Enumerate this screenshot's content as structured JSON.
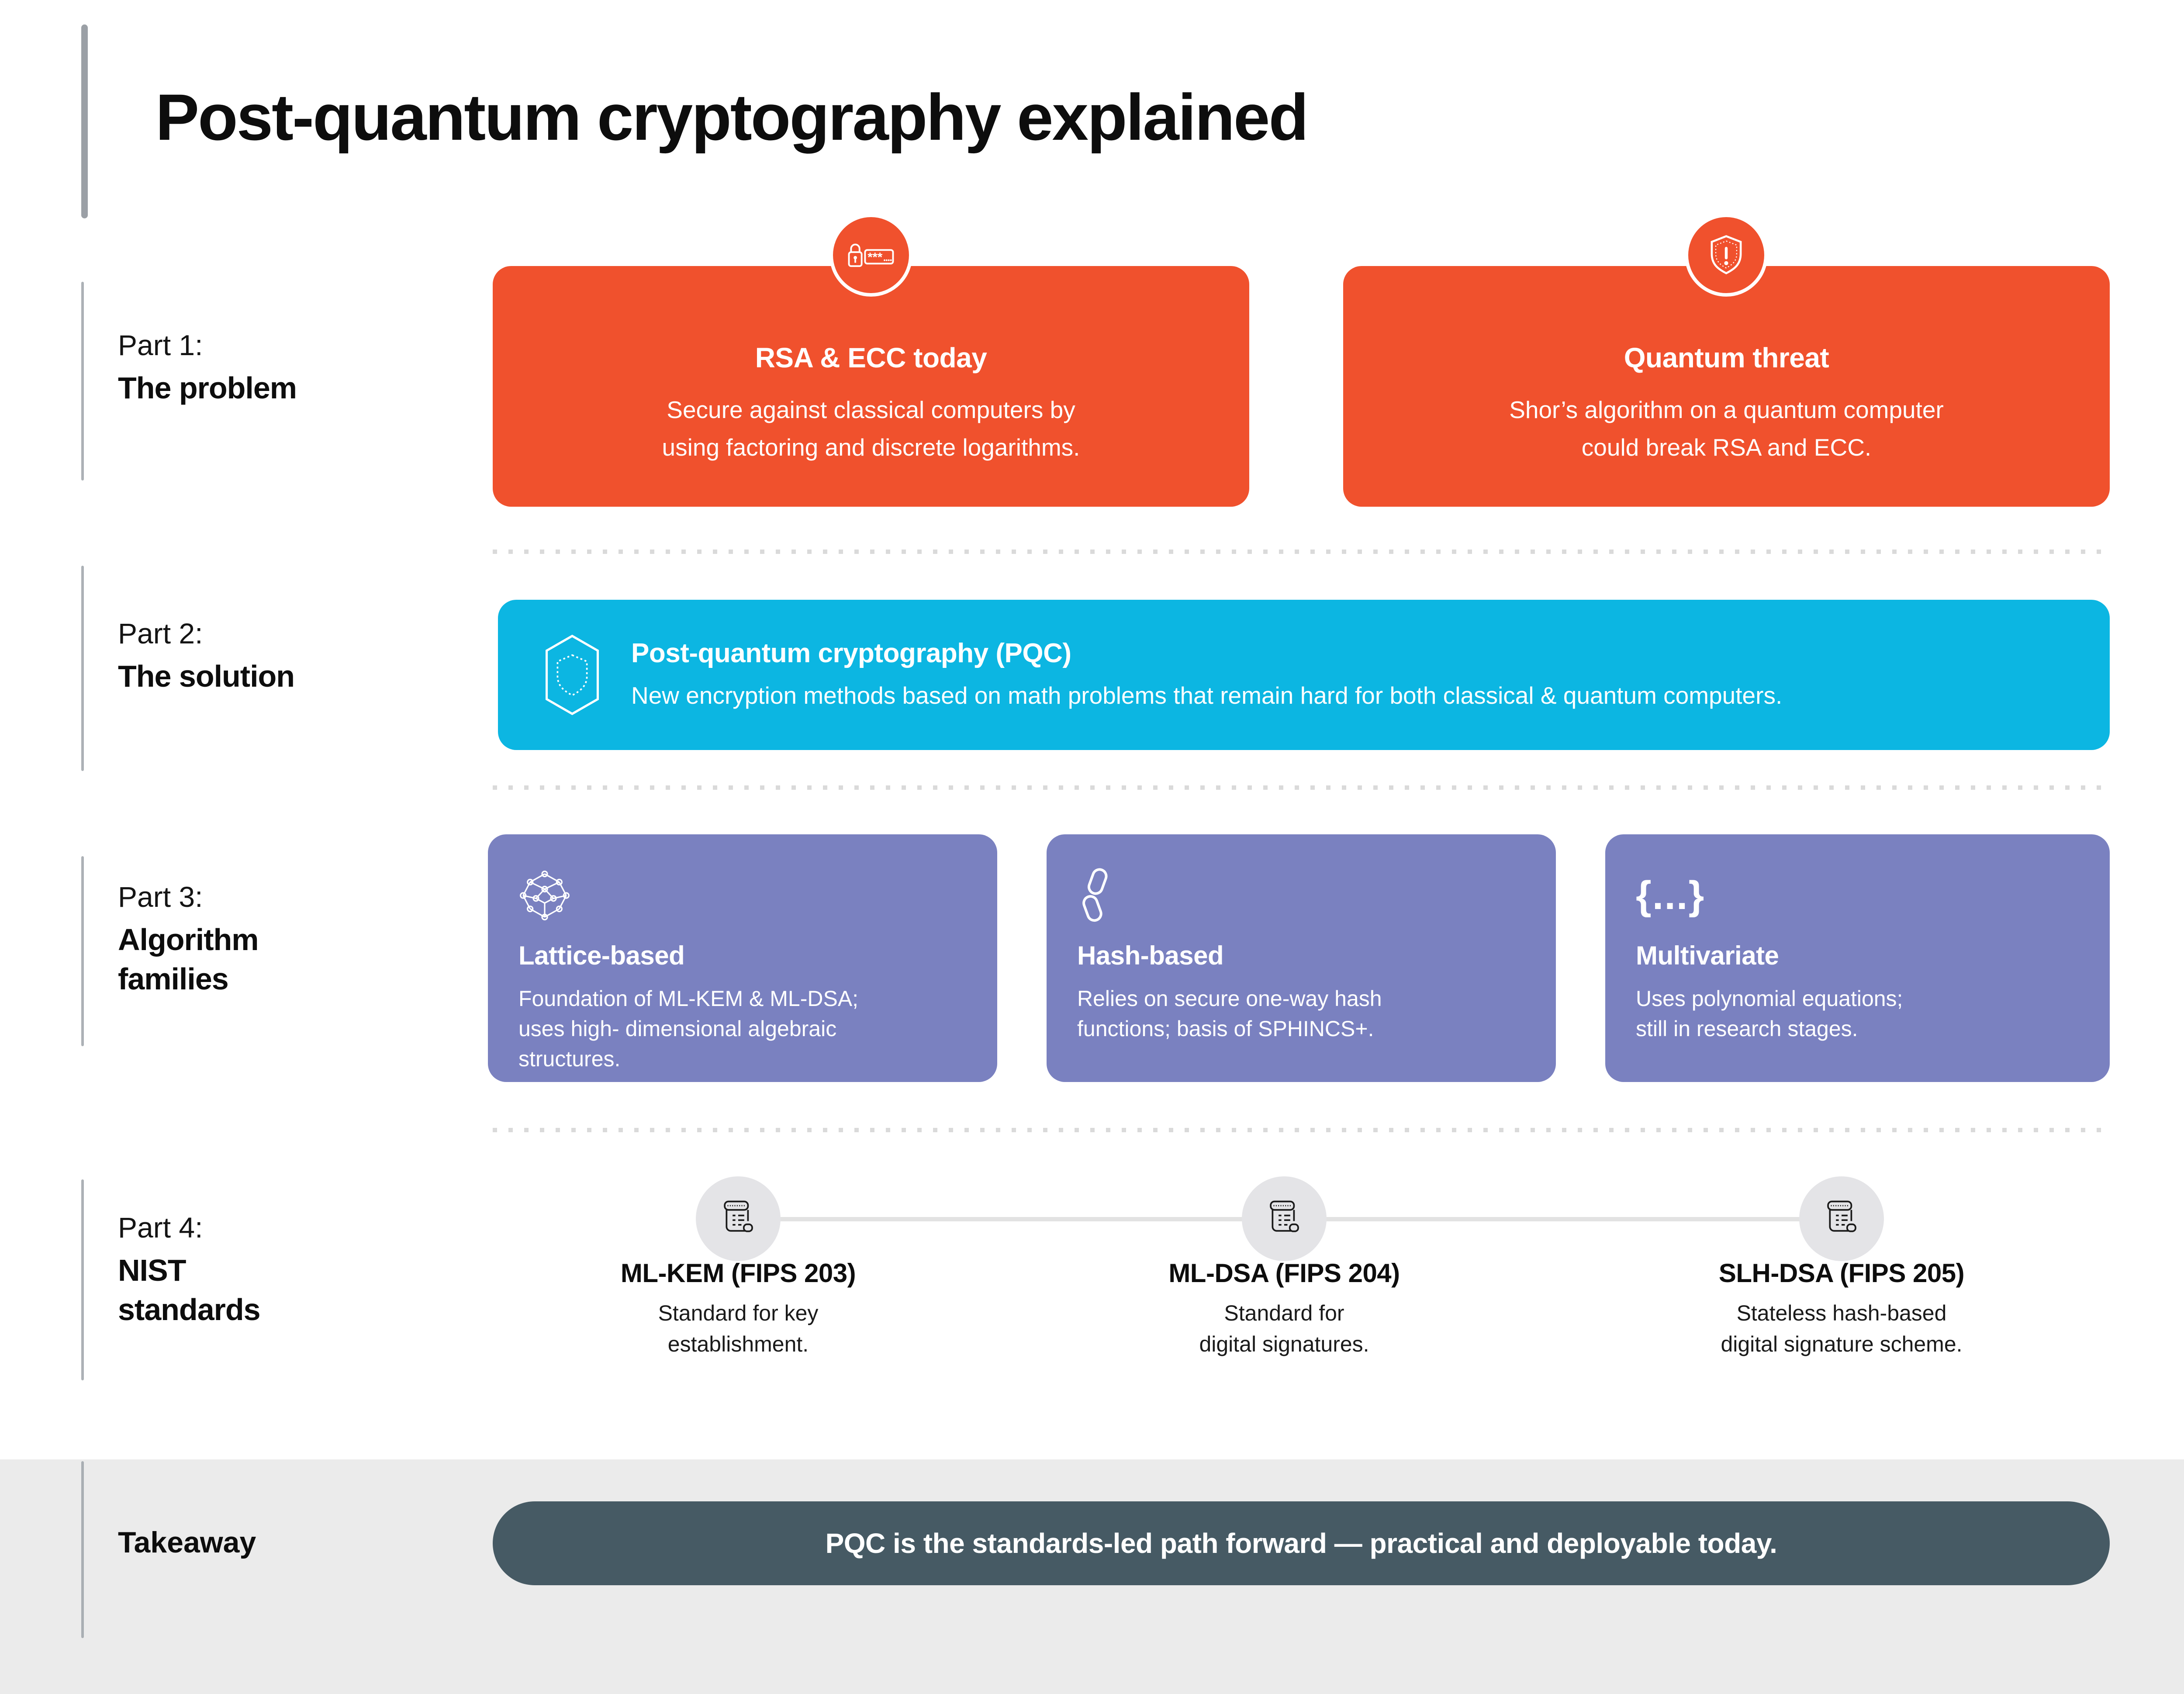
{
  "header": {
    "title": "Post-quantum cryptography explained"
  },
  "part1": {
    "label_prefix": "Part 1:",
    "label_title": "The problem",
    "cards": [
      {
        "icon": "password-lock-icon",
        "title": "RSA & ECC today",
        "body": "Secure against classical computers by\nusing factoring and discrete logarithms."
      },
      {
        "icon": "shield-alert-icon",
        "title": "Quantum threat",
        "body": "Shor’s algorithm on a quantum computer\ncould break RSA and ECC."
      }
    ]
  },
  "part2": {
    "label_prefix": "Part 2:",
    "label_title": "The solution",
    "card": {
      "icon": "hex-shield-icon",
      "title": "Post-quantum cryptography (PQC)",
      "body": "New encryption methods based on math problems that remain hard for both classical & quantum computers."
    }
  },
  "part3": {
    "label_prefix": "Part 3:",
    "label_title": "Algorithm\nfamilies",
    "cards": [
      {
        "icon": "lattice-icon",
        "title": "Lattice-based",
        "body": "Foundation of ML-KEM & ML-DSA;\nuses high- dimensional algebraic\nstructures."
      },
      {
        "icon": "chain-link-icon",
        "title": "Hash-based",
        "body": "Relies on secure one-way hash\nfunctions; basis of SPHINCS+."
      },
      {
        "icon": "braces-icon",
        "icon_glyph": "{...}",
        "title": "Multivariate",
        "body": "Uses polynomial equations;\nstill in research stages."
      }
    ]
  },
  "part4": {
    "label_prefix": "Part 4:",
    "label_title": "NIST\nstandards",
    "items": [
      {
        "icon": "scroll-icon",
        "title": "ML-KEM (FIPS 203)",
        "body": "Standard for key\nestablishment."
      },
      {
        "icon": "scroll-icon",
        "title": "ML-DSA (FIPS 204)",
        "body": "Standard for\ndigital signatures."
      },
      {
        "icon": "scroll-icon",
        "title": "SLH-DSA (FIPS 205)",
        "body": "Stateless hash-based\ndigital signature scheme."
      }
    ]
  },
  "takeaway": {
    "label": "Takeaway",
    "text": "PQC is the standards-led path forward — practical and deployable today."
  },
  "colors": {
    "orange": "#F0512D",
    "cyan": "#0CB6E2",
    "purple": "#7A81C0",
    "slate": "#465A64",
    "band": "#EBEBEB",
    "accent": "#9BA0A6"
  }
}
